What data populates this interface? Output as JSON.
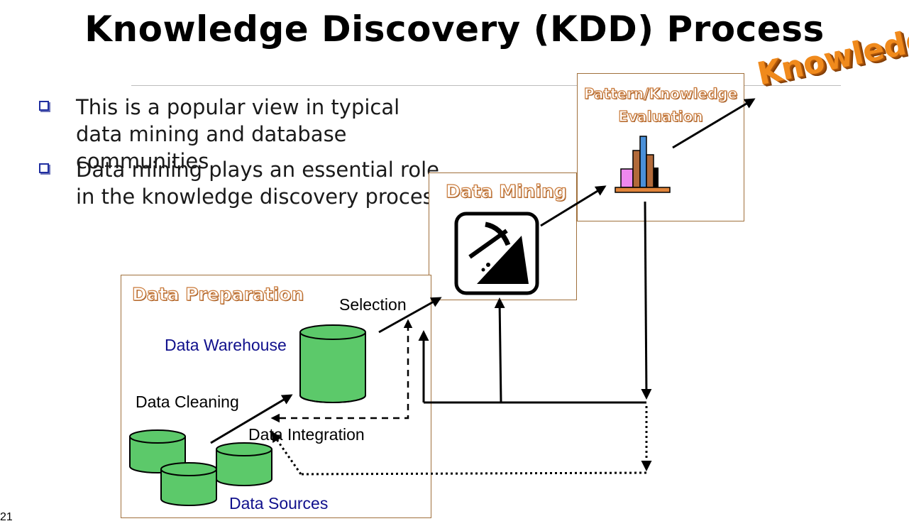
{
  "title": "Knowledge Discovery (KDD) Process",
  "bullets": [
    "This is a popular view in typical data mining and database communities",
    "Data mining plays an essential role in the knowledge discovery process"
  ],
  "panels": {
    "preparation": "Data Preparation",
    "mining": "Data Mining",
    "evaluation": "Pattern/Knowledge Evaluation"
  },
  "labels": {
    "selection": "Selection",
    "warehouse": "Data Warehouse",
    "cleaning": "Data Cleaning",
    "integration": "Data Integration",
    "sources": "Data Sources"
  },
  "knowledge": "Knowledge",
  "page_number": "21",
  "icons": [
    "pickaxe-icon",
    "bar-chart-icon",
    "database-icon"
  ],
  "colors": {
    "panel_border": "#a0703c",
    "panel_title": "#c97a3a",
    "cylinder": "#5cc96a",
    "bullet_box": "#1f2ea0",
    "label_blue": "#10108c",
    "knowledge": "#f08a1c"
  }
}
